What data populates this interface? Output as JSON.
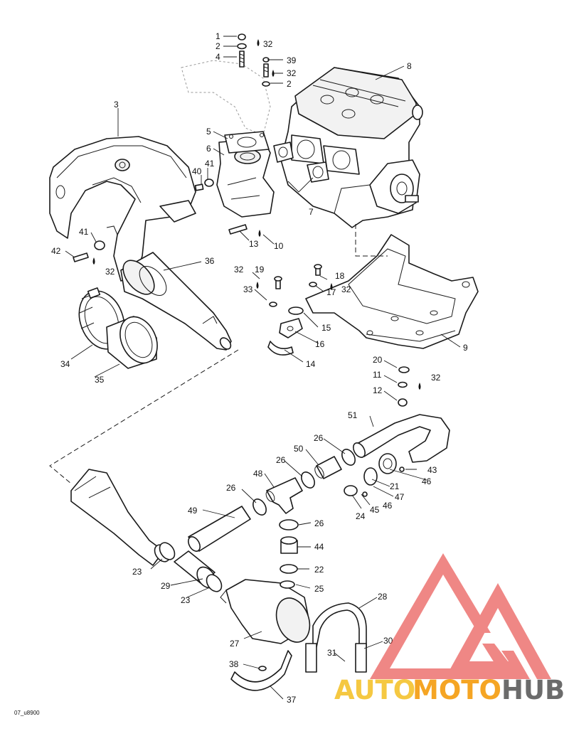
{
  "diagram": {
    "drawing_code": "07_u8900",
    "labels": [
      {
        "id": "l1",
        "text": "1"
      },
      {
        "id": "l2a",
        "text": "2"
      },
      {
        "id": "l4",
        "text": "4"
      },
      {
        "id": "l32a",
        "text": "32"
      },
      {
        "id": "l39",
        "text": "39"
      },
      {
        "id": "l32b",
        "text": "32"
      },
      {
        "id": "l2b",
        "text": "2"
      },
      {
        "id": "l8",
        "text": "8"
      },
      {
        "id": "l3",
        "text": "3"
      },
      {
        "id": "l5",
        "text": "5"
      },
      {
        "id": "l6",
        "text": "6"
      },
      {
        "id": "l40",
        "text": "40"
      },
      {
        "id": "l41a",
        "text": "41"
      },
      {
        "id": "l7",
        "text": "7"
      },
      {
        "id": "l41b",
        "text": "41"
      },
      {
        "id": "l13",
        "text": "13"
      },
      {
        "id": "l10",
        "text": "10"
      },
      {
        "id": "l42",
        "text": "42"
      },
      {
        "id": "l32c",
        "text": "32"
      },
      {
        "id": "l36",
        "text": "36"
      },
      {
        "id": "l32d",
        "text": "32"
      },
      {
        "id": "l19",
        "text": "19"
      },
      {
        "id": "l33",
        "text": "33"
      },
      {
        "id": "l18",
        "text": "18"
      },
      {
        "id": "l17",
        "text": "17"
      },
      {
        "id": "l32e",
        "text": "32"
      },
      {
        "id": "l15",
        "text": "15"
      },
      {
        "id": "l16",
        "text": "16"
      },
      {
        "id": "l14",
        "text": "14"
      },
      {
        "id": "l9",
        "text": "9"
      },
      {
        "id": "l34",
        "text": "34"
      },
      {
        "id": "l35",
        "text": "35"
      },
      {
        "id": "l20",
        "text": "20"
      },
      {
        "id": "l11",
        "text": "11"
      },
      {
        "id": "l32f",
        "text": "32"
      },
      {
        "id": "l12",
        "text": "12"
      },
      {
        "id": "l51",
        "text": "51"
      },
      {
        "id": "l26a",
        "text": "26"
      },
      {
        "id": "l50",
        "text": "50"
      },
      {
        "id": "l26b",
        "text": "26"
      },
      {
        "id": "l43",
        "text": "43"
      },
      {
        "id": "l48",
        "text": "48"
      },
      {
        "id": "l46a",
        "text": "46"
      },
      {
        "id": "l26c",
        "text": "26"
      },
      {
        "id": "l21",
        "text": "21"
      },
      {
        "id": "l47",
        "text": "47"
      },
      {
        "id": "l45",
        "text": "45"
      },
      {
        "id": "l46b",
        "text": "46"
      },
      {
        "id": "l24",
        "text": "24"
      },
      {
        "id": "l49",
        "text": "49"
      },
      {
        "id": "l26d",
        "text": "26"
      },
      {
        "id": "l44",
        "text": "44"
      },
      {
        "id": "l23a",
        "text": "23"
      },
      {
        "id": "l22",
        "text": "22"
      },
      {
        "id": "l29",
        "text": "29"
      },
      {
        "id": "l25",
        "text": "25"
      },
      {
        "id": "l23b",
        "text": "23"
      },
      {
        "id": "l28",
        "text": "28"
      },
      {
        "id": "l27",
        "text": "27"
      },
      {
        "id": "l30",
        "text": "30"
      },
      {
        "id": "l31",
        "text": "31"
      },
      {
        "id": "l38",
        "text": "38"
      },
      {
        "id": "l37",
        "text": "37"
      }
    ]
  },
  "watermark": {
    "parts": [
      "AUTO",
      "MOTO",
      "HUB"
    ],
    "colors": {
      "triangle": "#e53935",
      "auto": "#f5c842",
      "moto": "#f5a524",
      "hub": "#6b6b6b"
    }
  }
}
